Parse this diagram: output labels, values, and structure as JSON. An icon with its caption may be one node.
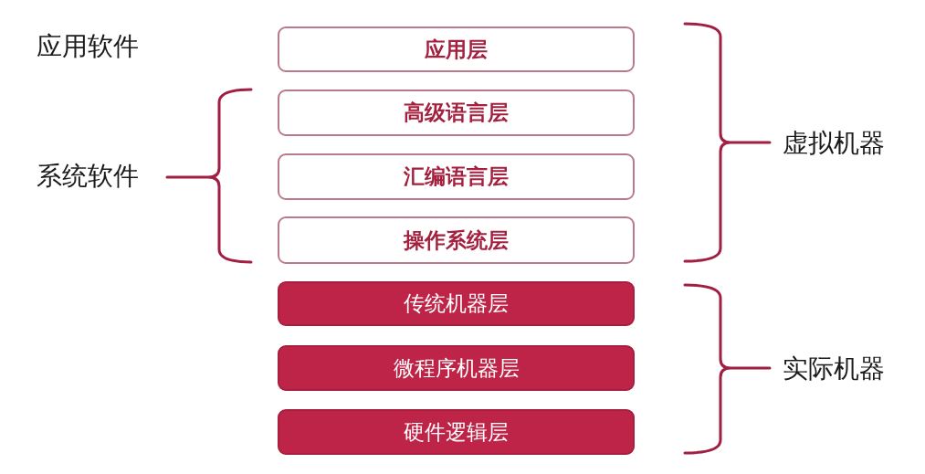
{
  "diagram": {
    "nodes": [
      {
        "text": [
          "应用层"
        ]
      },
      {
        "text": [
          "高级语言层"
        ]
      },
      {
        "text": [
          "汇编语言层"
        ]
      },
      {
        "text": [
          "操作系统层"
        ]
      },
      {
        "text": [
          "传统机器层"
        ]
      },
      {
        "text": [
          "微程序机器层"
        ]
      },
      {
        "text": [
          "硬件逻辑层"
        ]
      }
    ],
    "labels": [
      "应用软件",
      "虚拟机器",
      "系统软件",
      "实际机器"
    ]
  }
}
